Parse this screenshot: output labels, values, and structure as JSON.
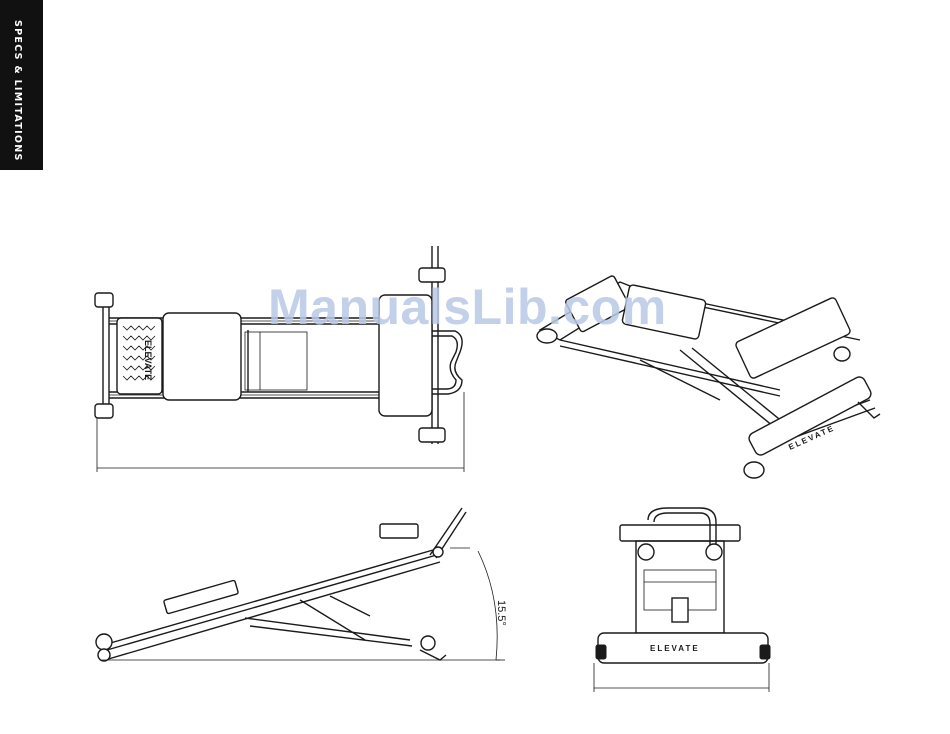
{
  "side_tab": {
    "label": "SPECS & LIMITATIONS"
  },
  "watermark": {
    "text": "ManualsLib.com"
  },
  "drawings": {
    "top_view": {
      "deck_label": "ELEVATE"
    },
    "iso_view": {
      "brand_label": "ELEVATE"
    },
    "side_view": {
      "angle_label": "15.5°"
    },
    "front_view": {
      "brand_label": "ELEVATE"
    }
  },
  "colors": {
    "tab_bg": "#111111",
    "tab_text": "#ffffff",
    "watermark": "#b9c8e6",
    "line": "#1a1a1a"
  }
}
